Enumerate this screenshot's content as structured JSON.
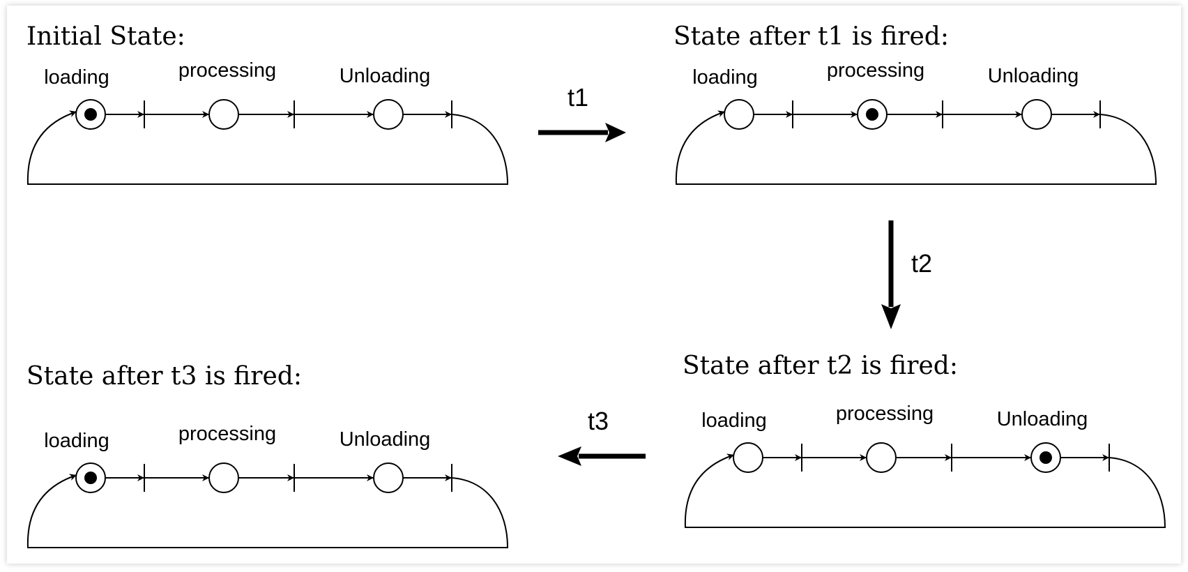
{
  "states": [
    {
      "title": "Initial State:",
      "places": [
        "loading",
        "processing",
        "Unloading"
      ],
      "token_index": 0
    },
    {
      "title": "State  after t1 is fired:",
      "places": [
        "loading",
        "processing",
        "Unloading"
      ],
      "token_index": 1
    },
    {
      "title": "State  after t2 is fired:",
      "places": [
        "loading",
        "processing",
        "Unloading"
      ],
      "token_index": 2
    },
    {
      "title": "State  after t3 is fired:",
      "places": [
        "loading",
        "processing",
        "Unloading"
      ],
      "token_index": 0
    }
  ],
  "transitions": [
    {
      "label": "t1",
      "direction": "right"
    },
    {
      "label": "t2",
      "direction": "down"
    },
    {
      "label": "t3",
      "direction": "left"
    }
  ]
}
